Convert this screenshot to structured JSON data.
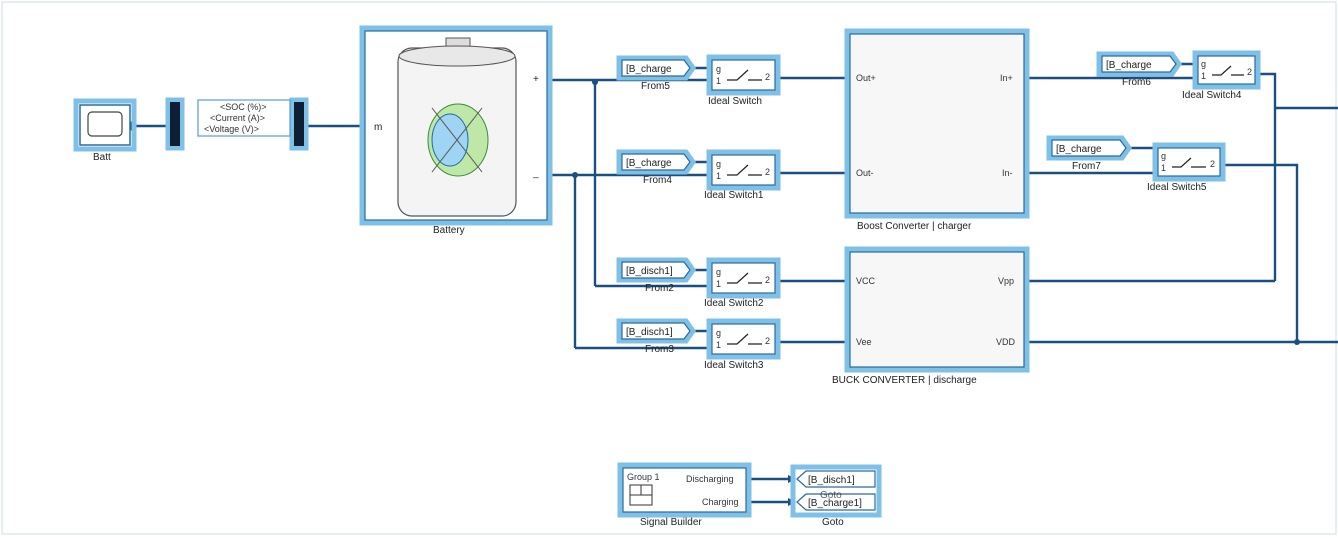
{
  "blocks": {
    "scope": "Batt",
    "selector": [
      "<SOC (%)>",
      "<Current (A)>",
      "<Voltage (V)>"
    ],
    "battery": {
      "label": "Battery",
      "m_port": "m",
      "plus": "+",
      "minus": "_"
    },
    "from_blocks": [
      {
        "tag": "[B_charge",
        "name": "From5"
      },
      {
        "tag": "[B_charge",
        "name": "From4"
      },
      {
        "tag": "[B_disch1]",
        "name": "From2"
      },
      {
        "tag": "[B_disch1]",
        "name": "From3"
      },
      {
        "tag": "[B_charge",
        "name": "From6"
      },
      {
        "tag": "[B_charge",
        "name": "From7"
      }
    ],
    "switches": [
      "Ideal Switch",
      "Ideal Switch1",
      "Ideal Switch2",
      "Ideal Switch3",
      "Ideal Switch4",
      "Ideal Switch5"
    ],
    "switch_port_g": "g",
    "switch_port_in": "1",
    "switch_port_out": "2",
    "boost": {
      "label": "Boost Converter | charger",
      "ports": [
        "Out+",
        "Out-",
        "In+",
        "In-"
      ]
    },
    "buck": {
      "label": "BUCK CONVERTER | discharge",
      "ports": [
        "VCC",
        "Vee",
        "Vpp",
        "VDD"
      ]
    },
    "signal_builder": {
      "label": "Signal Builder",
      "group": "Group 1",
      "outputs": [
        "Discharging",
        "Charging"
      ]
    },
    "goto": {
      "label": "Goto",
      "tags": [
        "[B_disch1]",
        "[B_charge1]"
      ],
      "overlap_text": "Goto"
    }
  }
}
